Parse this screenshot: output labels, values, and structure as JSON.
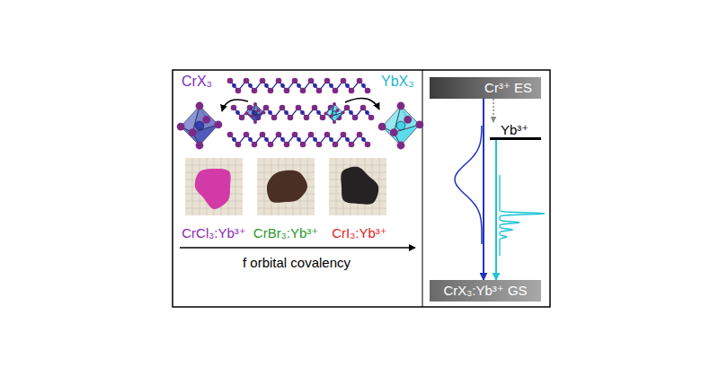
{
  "diagram": {
    "nodes": [
      {
        "text": [
          "Cr³⁺ ES"
        ]
      },
      {
        "text": [
          "Yb³⁺"
        ]
      },
      {
        "text": [
          "CrX₃:Yb³⁺ GS"
        ]
      }
    ],
    "edges": [
      {
        "from": 0,
        "to": 2,
        "arrow": "to"
      },
      {
        "from": 1,
        "to": 2,
        "arrow": "to"
      },
      {
        "from": 0,
        "to": 1,
        "arrow": "to"
      }
    ],
    "labels": [
      "CrX₃",
      "YbX₃",
      "CrCl₃:Yb³⁺",
      "CrBr₃:Yb³⁺",
      "CrI₃:Yb³⁺",
      "f orbital covalency"
    ]
  }
}
